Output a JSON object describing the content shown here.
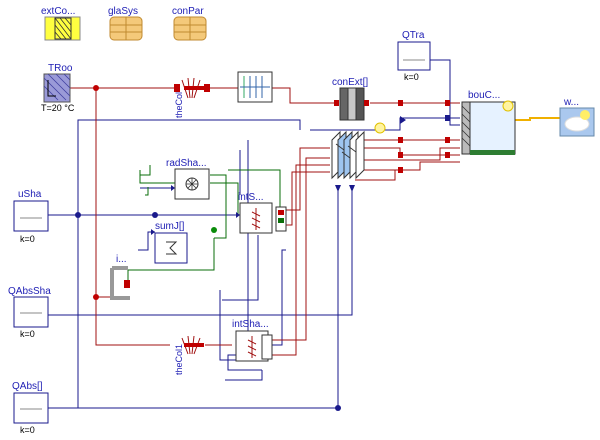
{
  "diagram": {
    "components": {
      "extCon": {
        "name": "extCo..."
      },
      "glaSys": {
        "name": "glaSys"
      },
      "conPar": {
        "name": "conPar"
      },
      "TRoo": {
        "name": "TRoo",
        "param": "T=20 °C"
      },
      "theCol": {
        "name": "theCol"
      },
      "conExt": {
        "name": "conExt[]"
      },
      "QTra": {
        "name": "QTra",
        "param": "k=0"
      },
      "bouC": {
        "name": "bouC..."
      },
      "weaBus": {
        "name": "w..."
      },
      "radSha": {
        "name": "radSha..."
      },
      "uSha": {
        "name": "uSha",
        "param": "k=0"
      },
      "intSha": {
        "name": "intS..."
      },
      "sumJ": {
        "name": "sumJ[]"
      },
      "iSig": {
        "name": "i..."
      },
      "QAbsSha": {
        "name": "QAbsSha",
        "param": "k=0"
      },
      "intSha2": {
        "name": "intSha..."
      },
      "theCol1": {
        "name": "theCol1"
      },
      "QAbs": {
        "name": "QAbs[]",
        "param": "k=0"
      }
    }
  }
}
